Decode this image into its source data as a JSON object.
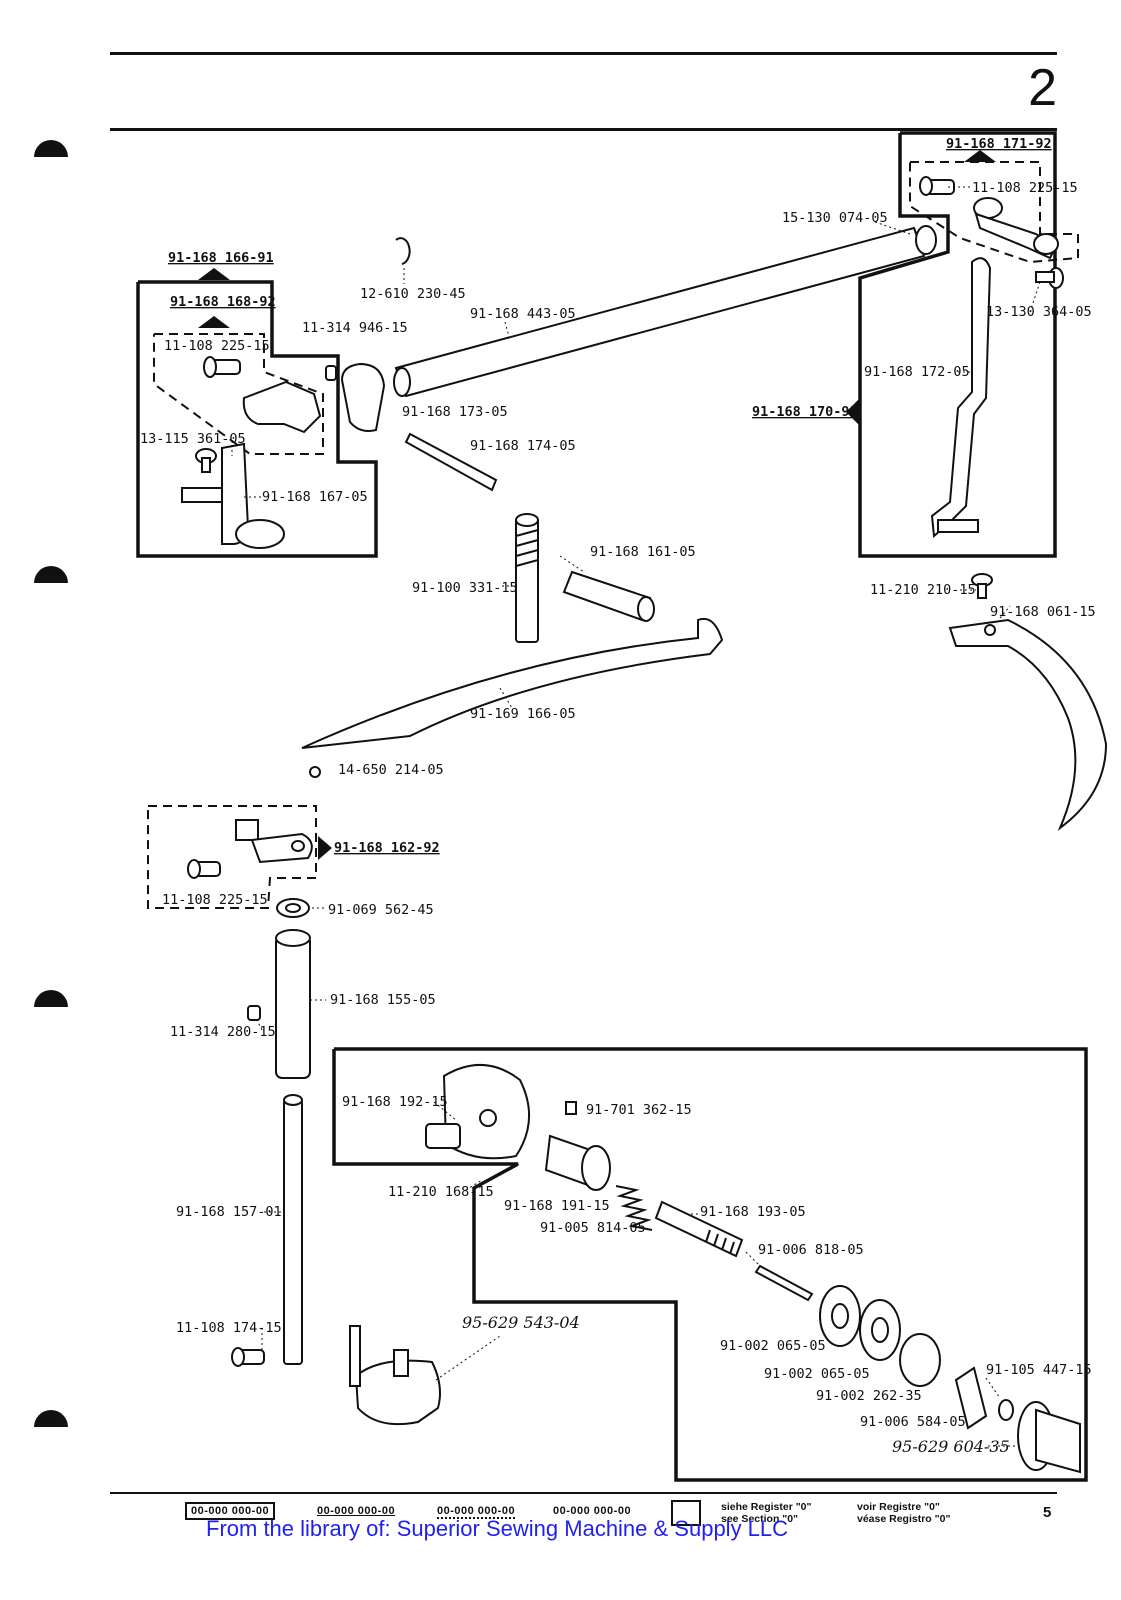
{
  "page": {
    "section_number": "2",
    "page_number": "5",
    "watermark": "From the library of: Superior Sewing Machine & Supply LLC"
  },
  "assemblies": {
    "top_left": "91-168 166-91",
    "top_left_sub": "91-168 168-92",
    "top_right": "91-168 171-92",
    "right_frame_ref": "91-168 170-91",
    "mid_left": "91-168 162-92"
  },
  "parts": {
    "p_12_610_230_45": "12-610 230-45",
    "p_11_314_946_15": "11-314 946-15",
    "p_91_168_443_05": "91-168 443-05",
    "p_15_130_074_05": "15-130 074-05",
    "p_11_108_225_15_a": "11-108 225-15",
    "p_11_108_225_15_b": "11-108 225-15",
    "p_11_108_225_15_c": "11-108 225-15",
    "p_13_130_364_05": "13-130 364-05",
    "p_91_168_172_05": "91-168 172-05",
    "p_91_168_173_05": "91-168 173-05",
    "p_91_168_174_05": "91-168 174-05",
    "p_13_115_361_05": "13-115 361-05",
    "p_91_168_167_05": "91-168 167-05",
    "p_91_168_161_05": "91-168 161-05",
    "p_91_100_331_15": "91-100 331-15",
    "p_11_210_210_15": "11-210 210-15",
    "p_91_168_061_15": "91-168 061-15",
    "p_91_169_166_05": "91-169 166-05",
    "p_14_650_214_05": "14-650 214-05",
    "p_91_069_562_45": "91-069 562-45",
    "p_91_168_155_05": "91-168 155-05",
    "p_11_314_280_15": "11-314 280-15",
    "p_91_168_192_15": "91-168 192-15",
    "p_91_701_362_15": "91-701 362-15",
    "p_11_210_168_15": "11-210 168-15",
    "p_91_168_191_15": "91-168 191-15",
    "p_91_005_814_05": "91-005 814-05",
    "p_91_168_193_05": "91-168 193-05",
    "p_91_168_157_01": "91-168 157-01",
    "p_91_006_818_05": "91-006 818-05",
    "p_11_108_174_15": "11-108 174-15",
    "p_95_629_543_04": "95-629 543-04",
    "p_91_002_065_05_a": "91-002 065-05",
    "p_91_002_065_05_b": "91-002 065-05",
    "p_91_105_447_15": "91-105 447-15",
    "p_91_002_262_35": "91-002 262-35",
    "p_91_006_584_05": "91-006 584-05",
    "p_95_629_604_35": "95-629 604-35"
  },
  "legend": {
    "key_boxed": "00-000 000-00",
    "key_underlined": "00-000 000-00",
    "key_dotted": "00-000 000-00",
    "key_plain": "00-000 000-00",
    "note_de": "siehe Register \"0\"",
    "note_en": "see Section \"0\"",
    "note_fr": "voir Registre \"0\"",
    "note_es": "véase Registro \"0\""
  }
}
